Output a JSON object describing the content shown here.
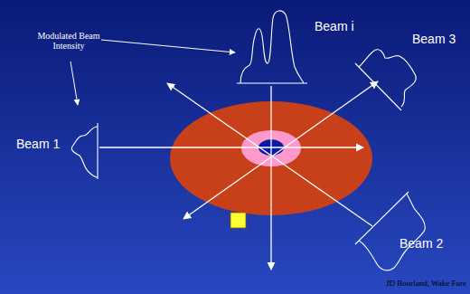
{
  "diagram": {
    "labels": [
      "Modulated Beam Intensity",
      "Beam 1",
      "Beam i",
      "Beam 3",
      "Beam 2",
      "JD Bourland, Wake Fore"
    ]
  }
}
